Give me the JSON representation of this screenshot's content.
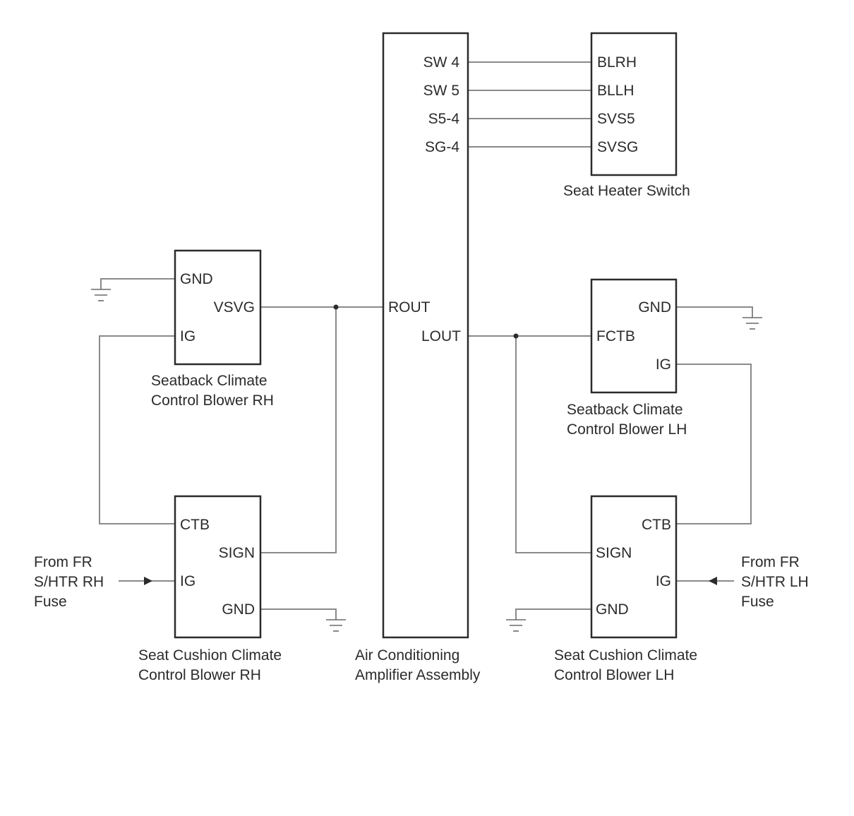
{
  "components": {
    "amplifier": {
      "caption_line1": "Air Conditioning",
      "caption_line2": "Amplifier Assembly",
      "pins": {
        "sw4": "SW 4",
        "sw5": "SW 5",
        "s5_4": "S5-4",
        "sg_4": "SG-4",
        "rout": "ROUT",
        "lout": "LOUT"
      }
    },
    "seat_heater_switch": {
      "caption": "Seat Heater Switch",
      "pins": {
        "blrh": "BLRH",
        "bllh": "BLLH",
        "svs5": "SVS5",
        "svsg": "SVSG"
      }
    },
    "seatback_blower_rh": {
      "caption_line1": "Seatback Climate",
      "caption_line2": "Control Blower RH",
      "pins": {
        "gnd": "GND",
        "vsvg": "VSVG",
        "ig": "IG"
      }
    },
    "seatback_blower_lh": {
      "caption_line1": "Seatback Climate",
      "caption_line2": "Control Blower LH",
      "pins": {
        "gnd": "GND",
        "fctb": "FCTB",
        "ig": "IG"
      }
    },
    "seat_cushion_blower_rh": {
      "caption_line1": "Seat Cushion Climate",
      "caption_line2": "Control Blower RH",
      "pins": {
        "ctb": "CTB",
        "sign": "SIGN",
        "ig": "IG",
        "gnd": "GND"
      }
    },
    "seat_cushion_blower_lh": {
      "caption_line1": "Seat Cushion Climate",
      "caption_line2": "Control Blower LH",
      "pins": {
        "ctb": "CTB",
        "sign": "SIGN",
        "ig": "IG",
        "gnd": "GND"
      }
    }
  },
  "power_sources": {
    "rh": {
      "line1": "From FR",
      "line2": "S/HTR RH",
      "line3": "Fuse"
    },
    "lh": {
      "line1": "From FR",
      "line2": "S/HTR LH",
      "line3": "Fuse"
    }
  },
  "colors": {
    "box_stroke": "#2b2b2b",
    "wire": "#8a8a8a",
    "text": "#2b2b2b"
  }
}
